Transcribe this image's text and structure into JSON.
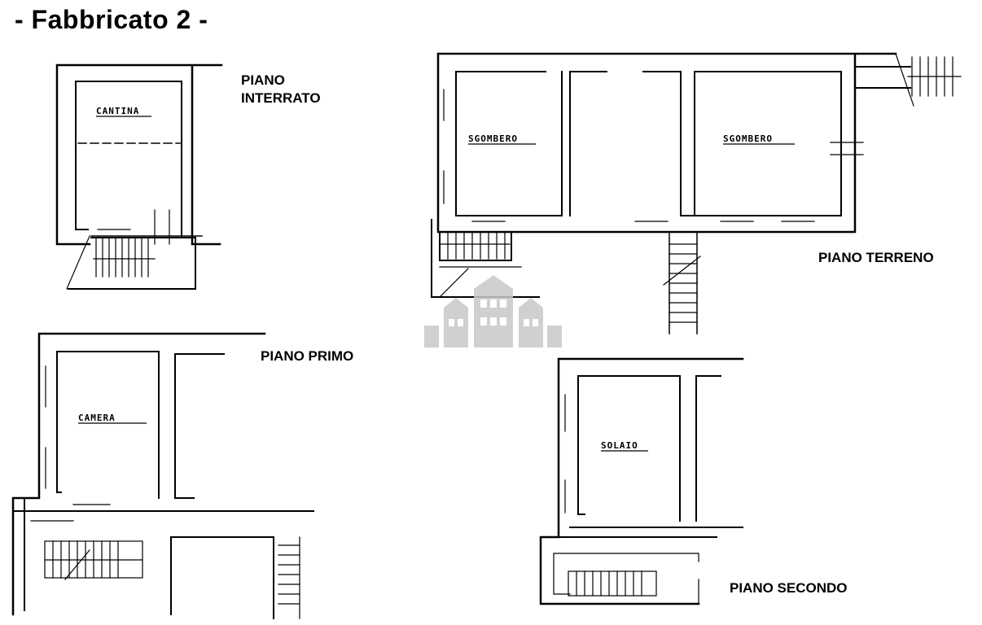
{
  "header": {
    "title": "- Fabbricato 2 -"
  },
  "floors": {
    "interrato": {
      "label": "PIANO\nINTERRATO",
      "rooms": [
        "CANTINA"
      ]
    },
    "terreno": {
      "label": "PIANO TERRENO",
      "rooms": [
        "SGOMBERO",
        "SGOMBERO"
      ]
    },
    "primo": {
      "label": "PIANO PRIMO",
      "rooms": [
        "CAMERA"
      ]
    },
    "secondo": {
      "label": "PIANO SECONDO",
      "rooms": [
        "SOLAIO"
      ]
    }
  },
  "colors": {
    "ink": "#000000",
    "watermark": "#c8c8c8"
  },
  "watermark_icon": "buildings-icon"
}
